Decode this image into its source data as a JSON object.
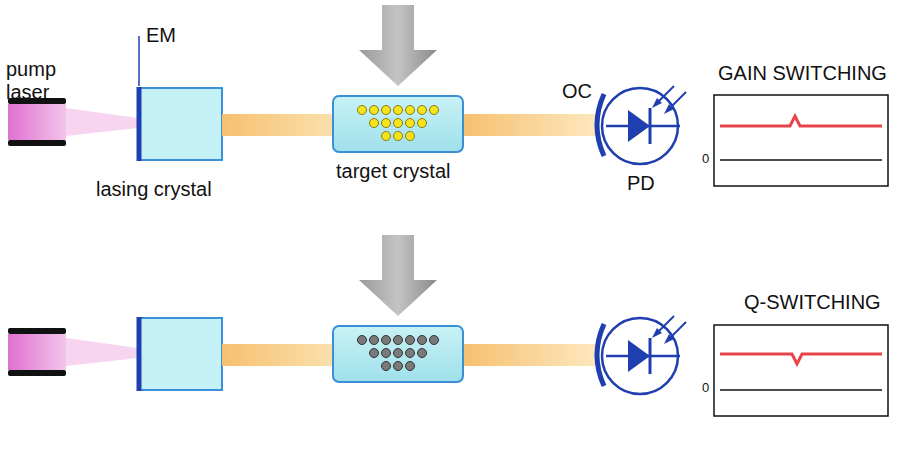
{
  "diagram": {
    "labels": [
      "pump laser",
      "EM",
      "lasing crystal",
      "target crystal",
      "OC",
      "PD",
      "GAIN SWITCHING",
      "0",
      "Q-SWITCHING",
      "0"
    ]
  }
}
